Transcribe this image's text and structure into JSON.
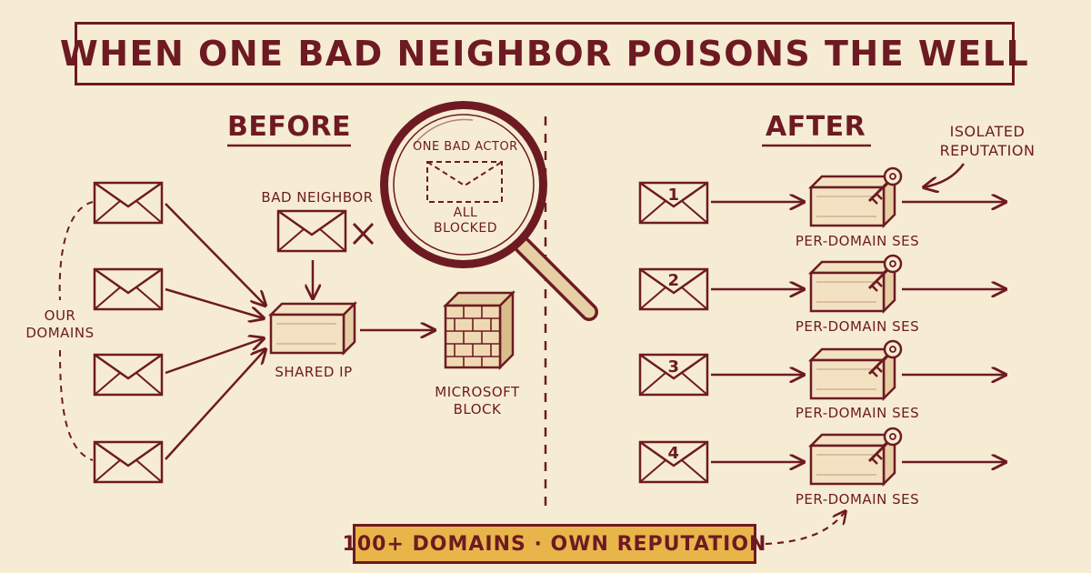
{
  "title": "WHEN ONE BAD NEIGHBOR POISONS THE WELL",
  "before": {
    "heading": "BEFORE",
    "our_domains_label": [
      "OUR",
      "DOMAINS"
    ],
    "bad_neighbor_label": "BAD NEIGHBOR",
    "shared_ip_label": "SHARED IP",
    "microsoft_block_label": [
      "MICROSOFT",
      "BLOCK"
    ],
    "magnifier": {
      "top_label": "ONE BAD ACTOR",
      "bottom_label": [
        "ALL",
        "BLOCKED"
      ]
    }
  },
  "after": {
    "heading": "AFTER",
    "isolated_label": [
      "ISOLATED",
      "REPUTATION"
    ],
    "lanes": [
      {
        "number": "1",
        "label": "PER-DOMAIN SES"
      },
      {
        "number": "2",
        "label": "PER-DOMAIN SES"
      },
      {
        "number": "3",
        "label": "PER-DOMAIN SES"
      },
      {
        "number": "4",
        "label": "PER-DOMAIN SES"
      }
    ]
  },
  "banner": "100+ DOMAINS · OWN REPUTATION",
  "colors": {
    "ink": "#6e1a22",
    "paper": "#f6ecd4",
    "banner_fill": "#e8b54a",
    "box_fill": "#f2e2c2"
  }
}
